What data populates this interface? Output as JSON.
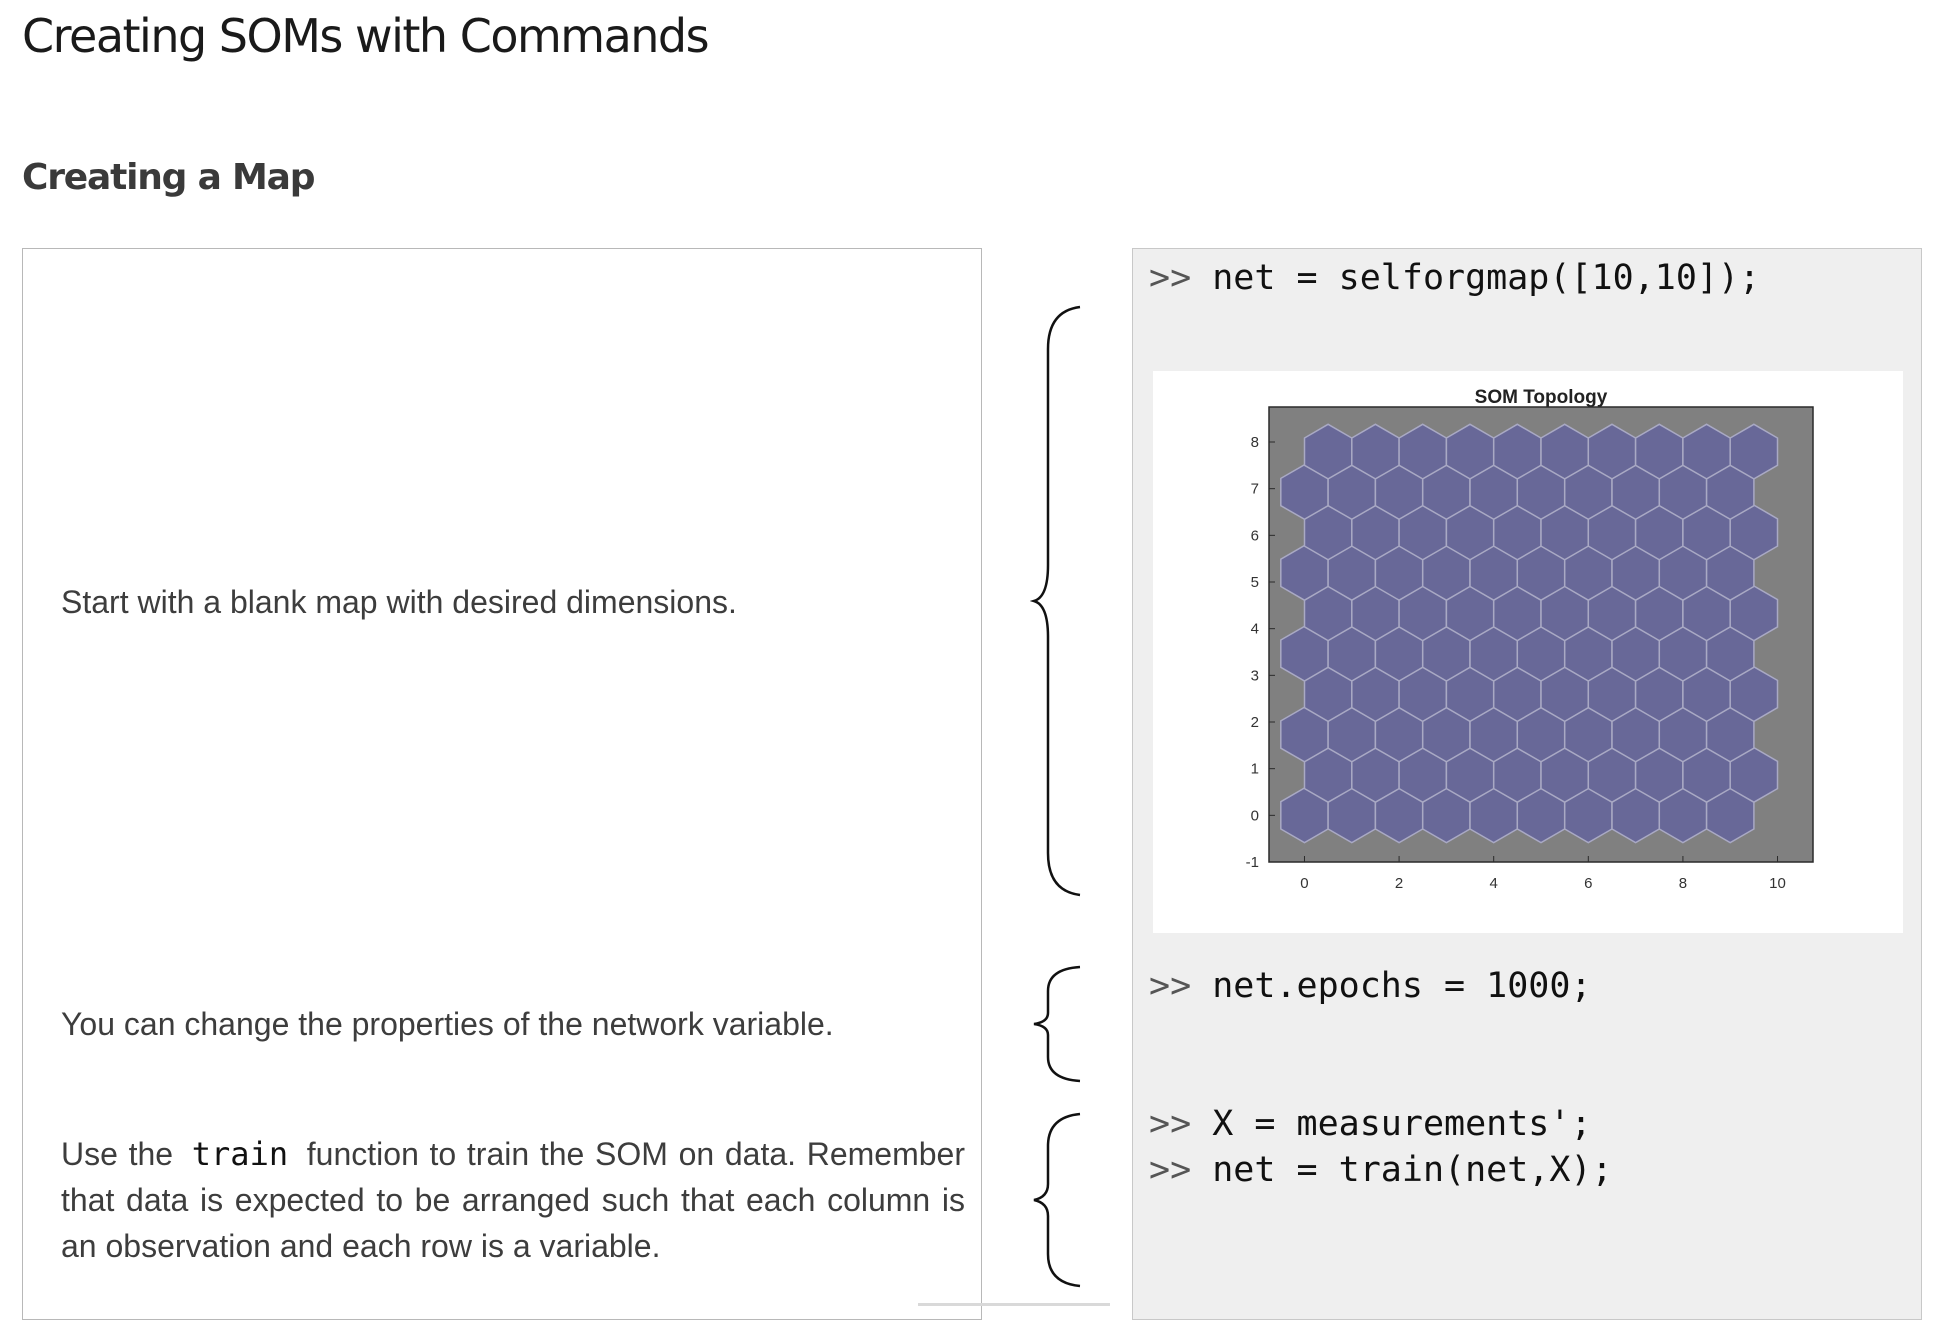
{
  "page": {
    "title": "Creating SOMs with Commands",
    "section_title": "Creating a Map"
  },
  "descriptions": {
    "blank_map": "Start with a blank map with desired dimensions.",
    "properties": "You can change the properties of the network variable.",
    "train_before": "Use the",
    "train_keyword": "train",
    "train_after": "function to train the SOM on data. Remember that data is expected to be arranged such that each column is an observation and each row is a variable."
  },
  "code": {
    "prompt": ">>",
    "create": "net = selforgmap([10,10]);",
    "epochs": "net.epochs = 1000;",
    "assign_x": "X = measurements';",
    "train_call": "net = train(net,X);"
  },
  "colors": {
    "hex_fill": "#686898",
    "hex_edge": "#a9a9c4",
    "plot_background": "#808080",
    "code_background": "#efefef"
  },
  "chart_data": {
    "type": "scatter",
    "title": "SOM Topology",
    "xlabel": "",
    "ylabel": "",
    "grid": false,
    "xlim": [
      -0.75,
      10.75
    ],
    "ylim": [
      -1,
      8.75
    ],
    "xticks": [
      0,
      2,
      4,
      6,
      8,
      10
    ],
    "yticks": [
      -1,
      0,
      1,
      2,
      3,
      4,
      5,
      6,
      7,
      8
    ],
    "grid_dims": [
      10,
      10
    ],
    "marker": "hexagon",
    "row_offset": 0.5,
    "row_spacing": 0.866
  }
}
